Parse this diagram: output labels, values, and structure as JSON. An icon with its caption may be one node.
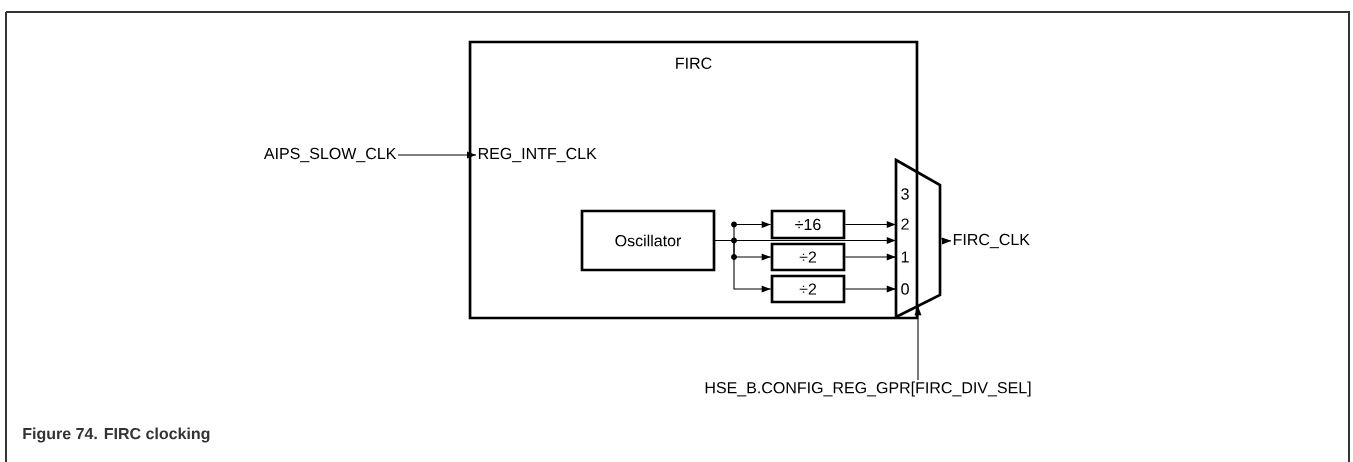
{
  "diagram": {
    "caption": "Figure 74.  FIRC clocking",
    "nodes": [
      {
        "text": [
          "FIRC"
        ]
      },
      {
        "text": [
          "AIPS_SLOW_CLK"
        ]
      },
      {
        "text": [
          "REG_INTF_CLK"
        ],
        "in": 0
      },
      {
        "text": [
          "Oscillator"
        ],
        "in": 0
      },
      {
        "text": [
          "÷16"
        ],
        "in": 0
      },
      {
        "text": [
          "÷2"
        ],
        "in": 0
      },
      {
        "text": [
          "÷2"
        ],
        "in": 0
      },
      {
        "text": [
          "3",
          "2",
          "1",
          "0"
        ]
      },
      {
        "text": [
          "FIRC_CLK"
        ]
      },
      {
        "text": [
          "HSE_B.CONFIG_REG_GPR[FIRC_DIV_SEL]"
        ]
      }
    ],
    "edges": [
      {
        "from": 1,
        "to": 2,
        "arrow": "to"
      },
      {
        "from": 3,
        "to": 7,
        "arrow": "to"
      },
      {
        "from": 3,
        "to": 4,
        "arrow": "to"
      },
      {
        "from": 3,
        "to": 5,
        "arrow": "to"
      },
      {
        "from": 3,
        "to": 6,
        "arrow": "to"
      },
      {
        "from": 4,
        "to": 7,
        "arrow": "to"
      },
      {
        "from": 5,
        "to": 7,
        "arrow": "to"
      },
      {
        "from": 6,
        "to": 7,
        "arrow": "to"
      },
      {
        "from": 7,
        "to": 8,
        "arrow": "to"
      },
      {
        "from": 9,
        "to": 7,
        "arrow": "to"
      }
    ]
  }
}
